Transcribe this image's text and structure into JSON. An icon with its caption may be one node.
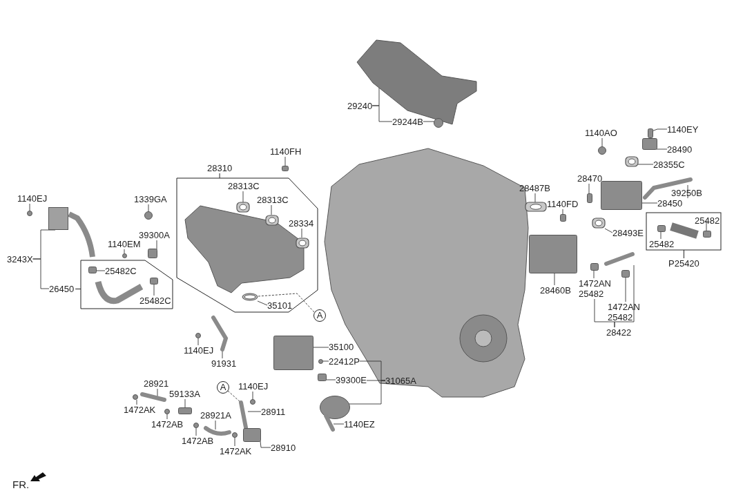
{
  "diagram": {
    "nodes": [
      {
        "text": [
          "29240"
        ]
      },
      {
        "text": [
          "29244B"
        ]
      },
      {
        "text": [
          "1140AO"
        ]
      },
      {
        "text": [
          "1140EY"
        ]
      },
      {
        "text": [
          "28490"
        ]
      },
      {
        "text": [
          "28355C"
        ]
      },
      {
        "text": [
          "39250B"
        ]
      },
      {
        "text": [
          "28470"
        ]
      },
      {
        "text": [
          "28487B"
        ]
      },
      {
        "text": [
          "1140FD"
        ]
      },
      {
        "text": [
          "28450"
        ]
      },
      {
        "text": [
          "28493E"
        ]
      },
      {
        "text": [
          "P25420"
        ]
      },
      {
        "text": [
          "25482"
        ],
        "in": 12
      },
      {
        "text": [
          "25482"
        ],
        "in": 12
      },
      {
        "text": [
          "28460B"
        ]
      },
      {
        "text": [
          "1472AN",
          "25482"
        ]
      },
      {
        "text": [
          "1472AN",
          "25482"
        ]
      },
      {
        "text": [
          "28422"
        ]
      },
      {
        "text": [
          "28310"
        ]
      },
      {
        "text": [
          "28313C"
        ],
        "in": 19
      },
      {
        "text": [
          "28313C"
        ],
        "in": 19
      },
      {
        "text": [
          "28334"
        ],
        "in": 19
      },
      {
        "text": [
          "35101"
        ],
        "in": 19
      },
      {
        "text": [
          "1140FH"
        ]
      },
      {
        "text": [
          "1140EJ"
        ]
      },
      {
        "text": [
          "1339GA"
        ]
      },
      {
        "text": [
          "39300A"
        ]
      },
      {
        "text": [
          "1140EM"
        ]
      },
      {
        "text": [
          "3243X"
        ]
      },
      {
        "text": [
          "26450"
        ]
      },
      {
        "text": [
          "25482C"
        ],
        "in": 30
      },
      {
        "text": [
          "25482C"
        ],
        "in": 30
      },
      {
        "text": [
          "A"
        ]
      },
      {
        "text": [
          "1140EJ"
        ]
      },
      {
        "text": [
          "91931"
        ]
      },
      {
        "text": [
          "35100"
        ]
      },
      {
        "text": [
          "22412P"
        ]
      },
      {
        "text": [
          "39300E"
        ]
      },
      {
        "text": [
          "31065A"
        ]
      },
      {
        "text": [
          "1140EZ"
        ]
      },
      {
        "text": [
          "28921"
        ]
      },
      {
        "text": [
          "1472AK"
        ]
      },
      {
        "text": [
          "59133A"
        ]
      },
      {
        "text": [
          "1472AB"
        ]
      },
      {
        "text": [
          "28921A"
        ]
      },
      {
        "text": [
          "1472AB"
        ]
      },
      {
        "text": [
          "1472AK"
        ]
      },
      {
        "text": [
          "A"
        ]
      },
      {
        "text": [
          "1140EJ"
        ]
      },
      {
        "text": [
          "28911"
        ]
      },
      {
        "text": [
          "28910"
        ]
      },
      {
        "text": [],
        "shape": "picture"
      },
      {
        "text": [],
        "shape": "circle"
      },
      {
        "text": [],
        "shape": "circle"
      },
      {
        "text": [],
        "shape": "box"
      },
      {
        "text": [],
        "shape": "box"
      },
      {
        "text": [],
        "shape": "picture"
      },
      {
        "text": [],
        "shape": "picture"
      },
      {
        "text": [],
        "shape": "box"
      },
      {
        "text": [],
        "shape": "picture"
      },
      {
        "text": [],
        "shape": "box"
      },
      {
        "text": [],
        "shape": "box"
      },
      {
        "text": [],
        "shape": "picture"
      },
      {
        "text": [],
        "shape": "box",
        "in": 12
      },
      {
        "text": [],
        "shape": "box",
        "in": 12
      },
      {
        "text": [],
        "shape": "box"
      },
      {
        "text": [],
        "shape": "box"
      },
      {
        "text": [],
        "shape": "box"
      },
      {
        "text": [],
        "shape": "picture"
      },
      {
        "text": [],
        "shape": "picture",
        "in": 19
      },
      {
        "text": [],
        "shape": "picture",
        "in": 19
      },
      {
        "text": [],
        "shape": "picture",
        "in": 19
      },
      {
        "text": [],
        "shape": "picture",
        "in": 19
      },
      {
        "text": [],
        "shape": "box"
      },
      {
        "text": [],
        "shape": "circle"
      },
      {
        "text": [],
        "shape": "circle"
      },
      {
        "text": [],
        "shape": "box"
      },
      {
        "text": [],
        "shape": "circle"
      },
      {
        "text": [],
        "shape": "picture"
      },
      {
        "text": [],
        "shape": "box",
        "in": 30
      },
      {
        "text": [],
        "shape": "box",
        "in": 30
      },
      {
        "text": [],
        "shape": "circle"
      },
      {
        "text": [],
        "shape": "picture"
      },
      {
        "text": [],
        "shape": "box"
      },
      {
        "text": [],
        "shape": "circle"
      },
      {
        "text": [],
        "shape": "box"
      },
      {
        "text": [],
        "shape": "circle"
      },
      {
        "text": [],
        "shape": "picture"
      },
      {
        "text": [],
        "shape": "picture"
      },
      {
        "text": [],
        "shape": "circle"
      },
      {
        "text": [],
        "shape": "box"
      },
      {
        "text": [],
        "shape": "circle"
      },
      {
        "text": [],
        "shape": "picture"
      },
      {
        "text": [],
        "shape": "circle"
      },
      {
        "text": [],
        "shape": "circle"
      },
      {
        "text": [],
        "shape": "circle"
      },
      {
        "text": [],
        "shape": "picture"
      },
      {
        "text": [],
        "shape": "box"
      }
    ],
    "edges": [
      {
        "from": 0,
        "to": 52,
        "arrow": "none"
      },
      {
        "from": 0,
        "to": 1,
        "arrow": "none"
      },
      {
        "from": 1,
        "to": 53,
        "arrow": "none"
      },
      {
        "from": 2,
        "to": 54,
        "arrow": "none"
      },
      {
        "from": 3,
        "to": 55,
        "arrow": "none"
      },
      {
        "from": 4,
        "to": 56,
        "arrow": "none"
      },
      {
        "from": 5,
        "to": 57,
        "arrow": "none"
      },
      {
        "from": 6,
        "to": 58,
        "arrow": "none"
      },
      {
        "from": 7,
        "to": 59,
        "arrow": "none"
      },
      {
        "from": 8,
        "to": 60,
        "arrow": "none"
      },
      {
        "from": 9,
        "to": 61,
        "arrow": "none"
      },
      {
        "from": 10,
        "to": 62,
        "arrow": "none"
      },
      {
        "from": 11,
        "to": 63,
        "arrow": "none"
      },
      {
        "from": 13,
        "to": 64,
        "arrow": "none"
      },
      {
        "from": 14,
        "to": 65,
        "arrow": "none"
      },
      {
        "from": 15,
        "to": 66,
        "arrow": "none"
      },
      {
        "from": 16,
        "to": 67,
        "arrow": "none"
      },
      {
        "from": 17,
        "to": 68,
        "arrow": "none"
      },
      {
        "from": 18,
        "to": 16,
        "arrow": "none"
      },
      {
        "from": 18,
        "to": 69,
        "arrow": "none"
      },
      {
        "from": 20,
        "to": 70,
        "arrow": "none"
      },
      {
        "from": 21,
        "to": 71,
        "arrow": "none"
      },
      {
        "from": 22,
        "to": 72,
        "arrow": "none"
      },
      {
        "from": 23,
        "to": 73,
        "arrow": "none"
      },
      {
        "from": 24,
        "to": 74,
        "arrow": "none"
      },
      {
        "from": 25,
        "to": 75,
        "arrow": "none"
      },
      {
        "from": 26,
        "to": 76,
        "arrow": "none"
      },
      {
        "from": 27,
        "to": 77,
        "arrow": "none"
      },
      {
        "from": 28,
        "to": 78,
        "arrow": "none"
      },
      {
        "from": 29,
        "to": 79,
        "arrow": "none"
      },
      {
        "from": 29,
        "to": 30,
        "arrow": "none"
      },
      {
        "from": 31,
        "to": 80,
        "arrow": "none"
      },
      {
        "from": 32,
        "to": 81,
        "arrow": "none"
      },
      {
        "from": 33,
        "to": 73,
        "arrow": "none",
        "style": "dashed"
      },
      {
        "from": 34,
        "to": 82,
        "arrow": "none"
      },
      {
        "from": 35,
        "to": 83,
        "arrow": "none"
      },
      {
        "from": 36,
        "to": 84,
        "arrow": "none"
      },
      {
        "from": 37,
        "to": 85,
        "arrow": "none"
      },
      {
        "from": 38,
        "to": 86,
        "arrow": "none"
      },
      {
        "from": 39,
        "to": 37,
        "arrow": "none"
      },
      {
        "from": 39,
        "to": 38,
        "arrow": "none"
      },
      {
        "from": 39,
        "to": 87,
        "arrow": "none"
      },
      {
        "from": 40,
        "to": 88,
        "arrow": "none"
      },
      {
        "from": 41,
        "to": 89,
        "arrow": "none"
      },
      {
        "from": 42,
        "to": 90,
        "arrow": "none"
      },
      {
        "from": 43,
        "to": 91,
        "arrow": "none"
      },
      {
        "from": 44,
        "to": 92,
        "arrow": "none"
      },
      {
        "from": 45,
        "to": 93,
        "arrow": "none"
      },
      {
        "from": 46,
        "to": 94,
        "arrow": "none"
      },
      {
        "from": 47,
        "to": 95,
        "arrow": "none"
      },
      {
        "from": 48,
        "to": 97,
        "arrow": "none",
        "style": "dashed"
      },
      {
        "from": 49,
        "to": 96,
        "arrow": "none"
      },
      {
        "from": 50,
        "to": 97,
        "arrow": "none"
      },
      {
        "from": 51,
        "to": 98,
        "arrow": "none"
      }
    ],
    "labels": [
      "FR."
    ]
  }
}
